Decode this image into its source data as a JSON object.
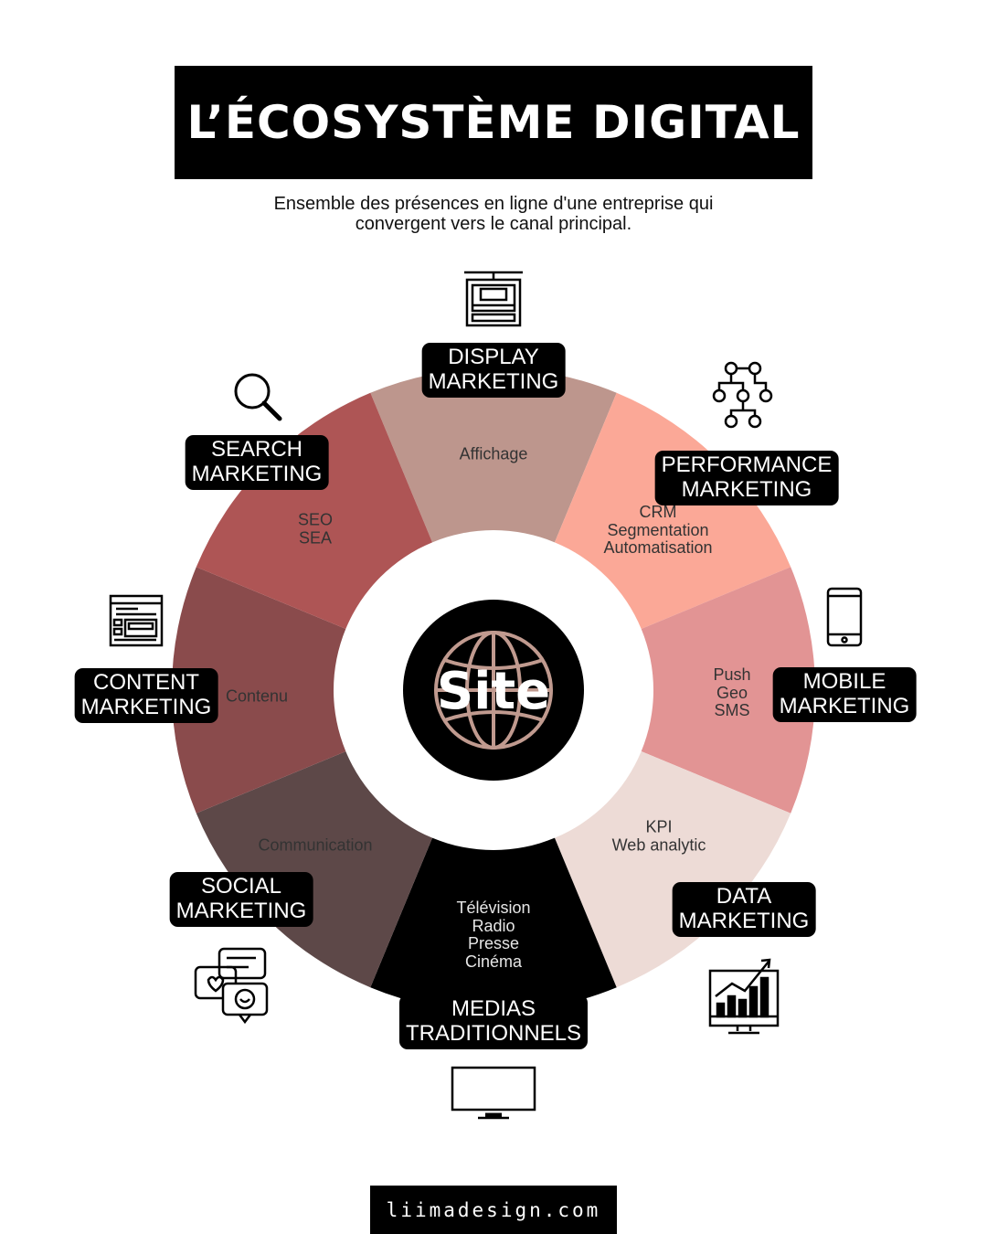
{
  "title": "L’ÉCOSYSTÈME DIGITAL",
  "subtitle": [
    "Ensemble des présences en ligne d'une entreprise qui",
    "convergent vers le canal principal."
  ],
  "center": {
    "label": "Site",
    "icon": "globe-icon"
  },
  "segments": [
    {
      "id": "display",
      "color": "#bd968d",
      "items": [
        "Affichage"
      ],
      "label": [
        "DISPLAY",
        "MARKETING"
      ],
      "icon": "ads-billboard-icon"
    },
    {
      "id": "performance",
      "color": "#fba897",
      "items": [
        "CRM",
        "Segmentation",
        "Automatisation"
      ],
      "label": [
        "PERFORMANCE",
        "MARKETING"
      ],
      "icon": "network-tree-icon"
    },
    {
      "id": "mobile",
      "color": "#e29494",
      "items": [
        "Push",
        "Geo",
        "SMS"
      ],
      "label": [
        "MOBILE",
        "MARKETING"
      ],
      "icon": "smartphone-icon"
    },
    {
      "id": "data",
      "color": "#eddbd6",
      "items": [
        "KPI",
        "Web analytic"
      ],
      "label": [
        "DATA",
        "MARKETING"
      ],
      "icon": "chart-monitor-icon"
    },
    {
      "id": "traditional",
      "color": "#000000",
      "items": [
        "Télévision",
        "Radio",
        "Presse",
        "Cinéma"
      ],
      "label": [
        "MEDIAS",
        "TRADITIONNELS"
      ],
      "icon": "tv-icon"
    },
    {
      "id": "social",
      "color": "#5d4848",
      "items": [
        "Communication"
      ],
      "label": [
        "SOCIAL",
        "MARKETING"
      ],
      "icon": "chat-bubbles-icon"
    },
    {
      "id": "content",
      "color": "#8a4b4c",
      "items": [
        "Contenu"
      ],
      "label": [
        "CONTENT",
        "MARKETING"
      ],
      "icon": "webpage-layout-icon"
    },
    {
      "id": "search",
      "color": "#ae5555",
      "items": [
        "SEO",
        "SEA"
      ],
      "label": [
        "SEARCH",
        "MARKETING"
      ],
      "icon": "magnifier-icon"
    }
  ],
  "footer": "liimadesign.com"
}
